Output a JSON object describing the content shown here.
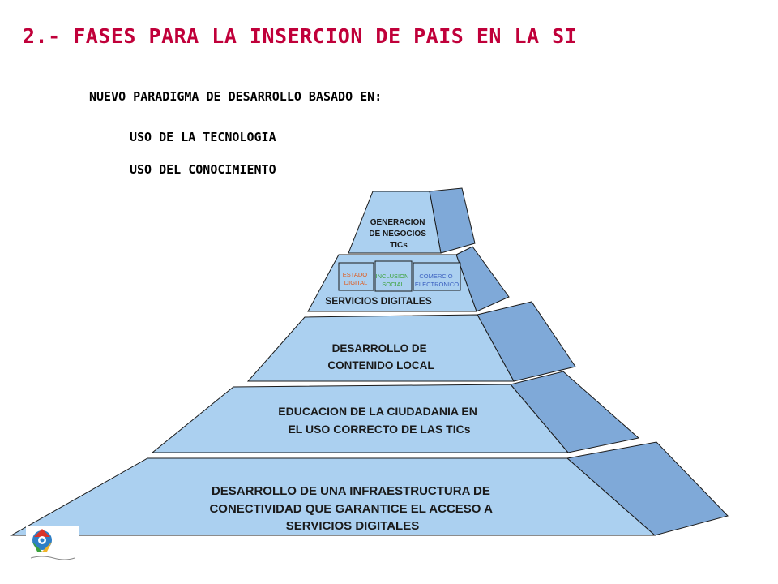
{
  "title": "2.- FASES PARA LA INSERCION DE PAIS EN LA SI",
  "subtitle": "NUEVO PARADIGMA DE DESARROLLO BASADO EN:",
  "bullets": [
    "USO DE LA TECNOLOGIA",
    "USO DEL CONOCIMIENTO"
  ],
  "pyramid": {
    "level5": {
      "lines": [
        "GENERACION",
        "DE NEGOCIOS",
        "TICs"
      ]
    },
    "level4": {
      "label": "SERVICIOS DIGITALES",
      "boxes": [
        {
          "lines": [
            "ESTADO",
            "DIGITAL"
          ],
          "color": "#e05a1c"
        },
        {
          "lines": [
            "INCLUSION",
            "SOCIAL"
          ],
          "color": "#3ca23c"
        },
        {
          "lines": [
            "COMERCIO",
            "ELECTRONICO"
          ],
          "color": "#3a5fbf"
        }
      ]
    },
    "level3": {
      "lines": [
        "DESARROLLO DE",
        "CONTENIDO LOCAL"
      ]
    },
    "level2": {
      "lines": [
        "EDUCACION  DE LA CIUDADANIA  EN",
        "EL USO CORRECTO  DE LAS TICs"
      ]
    },
    "level1": {
      "lines": [
        "DESARROLLO DE UNA INFRAESTRUCTURA DE",
        "CONECTIVIDAD QUE GARANTICE EL ACCESO A",
        "SERVICIOS DIGITALES"
      ]
    }
  },
  "colors": {
    "front": "#abd0f0",
    "side": "#7fa9d8",
    "title": "#c0003a"
  }
}
